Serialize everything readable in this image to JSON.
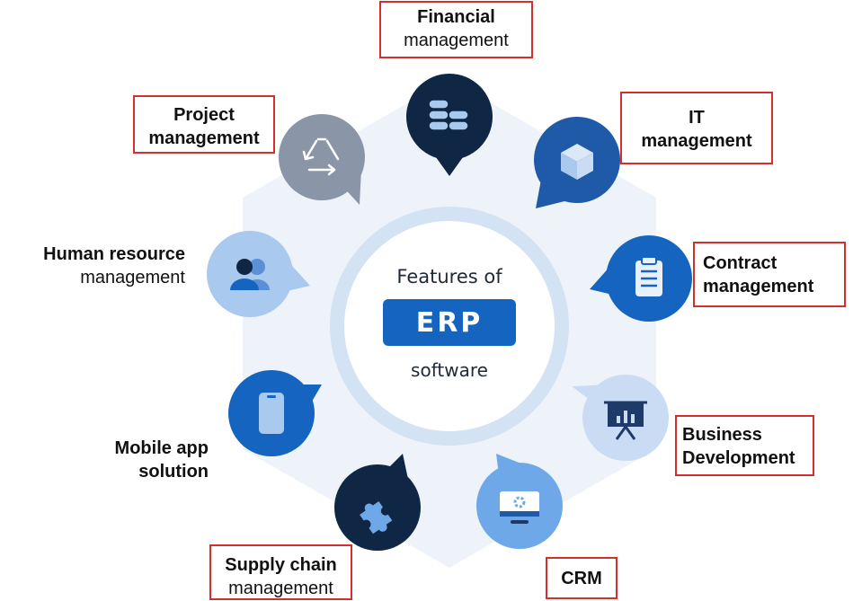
{
  "center": {
    "line1": "Features of",
    "badge": "ERP",
    "line2": "software"
  },
  "colors": {
    "hexagon": "#eef3fa",
    "ring": "#d3e3f3",
    "badge": "#1565c0",
    "navy": "#0f2744",
    "blue": "#1565c0",
    "mid_blue": "#1e5aa8",
    "light_blue": "#6ea8e8",
    "pale_blue": "#a9c9ee",
    "lighter_blue": "#c9dcf3",
    "grey": "#8a96a8",
    "label_border": "#d32f2f"
  },
  "features": [
    {
      "id": "financial",
      "line1": "Financial",
      "line2": "management",
      "icon": "coins-stack-icon",
      "color": "navy",
      "boxed": true
    },
    {
      "id": "it",
      "line1": "IT",
      "line2": "management",
      "icon": "cube-box-icon",
      "color": "mid_blue",
      "boxed": true
    },
    {
      "id": "contract",
      "line1": "Contract",
      "line2": "management",
      "icon": "clipboard-icon",
      "color": "blue",
      "boxed": true
    },
    {
      "id": "business",
      "line1": "Business",
      "line2": "Development",
      "icon": "presentation-board-icon",
      "color": "lighter_blue",
      "boxed": true
    },
    {
      "id": "crm",
      "line1": "CRM",
      "line2": "",
      "icon": "monitor-gear-icon",
      "color": "light_blue",
      "boxed": true
    },
    {
      "id": "supply",
      "line1": "Supply chain",
      "line2": "management",
      "icon": "puzzle-piece-icon",
      "color": "navy",
      "boxed": true
    },
    {
      "id": "mobile",
      "line1": "Mobile app",
      "line2": "solution",
      "icon": "smartphone-icon",
      "color": "blue",
      "boxed": false
    },
    {
      "id": "hr",
      "line1": "Human resource",
      "line2": "management",
      "icon": "people-icon",
      "color": "pale_blue",
      "boxed": false
    },
    {
      "id": "project",
      "line1": "Project",
      "line2": "management",
      "icon": "recycle-arrows-icon",
      "color": "grey",
      "boxed": true
    }
  ]
}
